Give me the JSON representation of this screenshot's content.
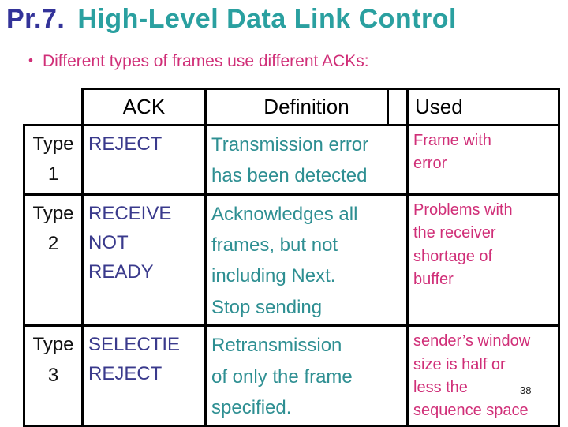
{
  "slide": {
    "title_prefix": "Pr.7.",
    "title_main": "High-Level Data Link Control",
    "bullet_marker": "•",
    "bullet_text": "Different types of frames use different ACKs:",
    "page_number": "38"
  },
  "table": {
    "headers": {
      "ack": "ACK",
      "definition": "Definition",
      "used": "Used"
    },
    "rows": [
      {
        "type": "Type\n1",
        "ack": "REJECT",
        "definition": "Transmission error\nhas been detected",
        "used": "Frame with\nerror"
      },
      {
        "type": "Type\n2",
        "ack": "RECEIVE\nNOT\nREADY",
        "definition": "Acknowledges all\nframes, but not\nincluding Next.\nStop sending",
        "used": "Problems with\nthe receiver\nshortage of\nbuffer"
      },
      {
        "type": "Type\n3",
        "ack": "SELECTIE\nREJECT",
        "definition": "Retransmission\nof only the frame\nspecified.",
        "used": "sender’s window\nsize is half or\nless the\nsequence space"
      }
    ]
  },
  "colors": {
    "title_prefix": "#333399",
    "title_main": "#2aa0a0",
    "bullet_text": "#d02f78",
    "ack_text": "#3a3a8c",
    "definition_text": "#2e8f92",
    "used_text": "#d02f78",
    "header_text": "#000000",
    "border": "#000000"
  }
}
